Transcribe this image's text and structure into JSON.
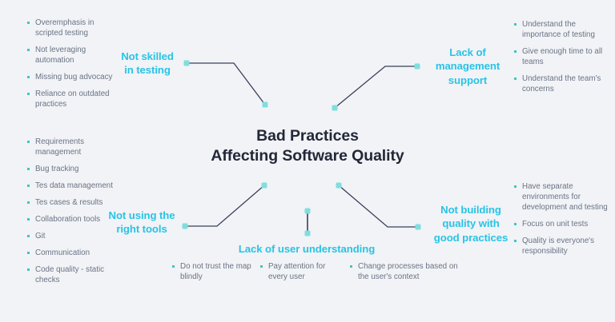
{
  "diagram": {
    "background_color": "#f1f3f6",
    "accent_color": "#29c3e6",
    "bullet_color": "#3fc3c0",
    "connector_color": "#3b3f5c",
    "title_color": "#232838",
    "body_text_color": "#6a7385",
    "center_title_line1": "Bad Practices",
    "center_title_line2": "Affecting Software Quality"
  },
  "branches": {
    "not_skilled": {
      "label_line1": "Not skilled",
      "label_line2": "in testing",
      "items": [
        "Overemphasis in scripted testing",
        "Not leveraging automation",
        "Missing bug advocacy",
        "Reliance on outdated practices"
      ]
    },
    "lack_management": {
      "label_line1": "Lack of",
      "label_line2": "management",
      "label_line3": "support",
      "items": [
        "Understand the importance of testing",
        "Give enough time to all teams",
        "Understand the team's concerns"
      ]
    },
    "not_using_tools": {
      "label_line1": "Not using the",
      "label_line2": "right tools",
      "items": [
        "Requirements management",
        "Bug tracking",
        "Tes data management",
        "Tes cases & results",
        "Collaboration tools",
        "Git",
        "Communication",
        "Code quality - static checks"
      ]
    },
    "lack_user_understanding": {
      "label": "Lack of user understanding",
      "items": [
        "Do not trust the map blindly",
        "Pay attention for every user",
        "Change processes based on the user's context"
      ]
    },
    "not_building_quality": {
      "label_line1": "Not building",
      "label_line2": "quality with",
      "label_line3": "good practices",
      "items": [
        "Have separate environments for development and testing",
        "Focus on unit tests",
        "Quality is everyone's responsibility"
      ]
    }
  }
}
